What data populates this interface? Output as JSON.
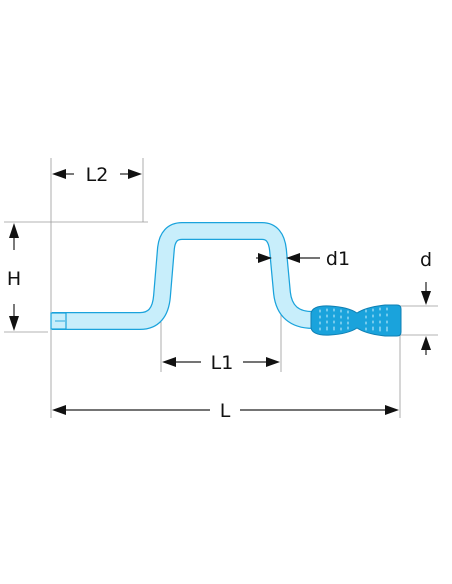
{
  "diagram": {
    "labels": {
      "L2": "L2",
      "H": "H",
      "d1": "d1",
      "d": "d",
      "L1": "L1",
      "L": "L"
    },
    "colors": {
      "rod_fill": "#c8eefb",
      "rod_outline": "#1aa3dc",
      "grip_fill": "#1aa3dc",
      "grip_stripe": "#bfeafb",
      "dimension_line": "#222222",
      "extension_line": "#9a9a9a"
    }
  }
}
